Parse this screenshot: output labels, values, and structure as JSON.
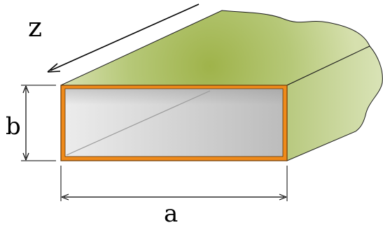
{
  "labels": {
    "z": "z",
    "b": "b",
    "a": "a"
  },
  "colors": {
    "top_face_center": "#9fb34a",
    "top_face_edge": "#cad79e",
    "side_face": "#c4d38f",
    "wall": "#ef8a1a",
    "wall_stroke": "#6b3a08",
    "interior_light": "#e9e9e9",
    "interior_dark": "#bdbdbd",
    "outline": "#1a1a1a"
  }
}
